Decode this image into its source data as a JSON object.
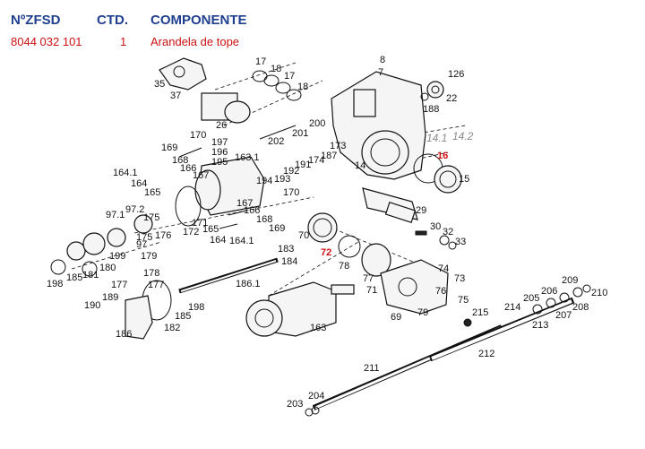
{
  "header": {
    "col_ref": "NºZFSD",
    "col_qty": "CTD.",
    "col_component": "COMPONENTE"
  },
  "selected_row": {
    "ref": "8044 032 101",
    "qty": "1",
    "component": "Arandela de tope"
  },
  "labels": {
    "l8": "8",
    "l7": "7",
    "l126": "126",
    "l22": "22",
    "l188": "188",
    "l35": "35",
    "l37": "37",
    "l26": "26",
    "l17a": "17",
    "l18a": "18",
    "l17b": "17",
    "l18b": "18",
    "l200": "200",
    "l201": "201",
    "l202": "202",
    "l173": "173",
    "l187": "187",
    "l174": "174",
    "l191": "191",
    "l192": "192",
    "l193": "193",
    "l194": "194",
    "l170a": "170",
    "l197": "197",
    "l196": "196",
    "l195": "195",
    "l169": "169",
    "l168a": "168",
    "l166a": "166",
    "l167a": "167",
    "l163_1": "163.1",
    "l164_1a": "164.1",
    "l164a": "164",
    "l165a": "165",
    "l14_1": "14.1",
    "l14_2": "14.2",
    "l14": "14",
    "l16": "16",
    "l15": "15",
    "l170b": "170",
    "l167b": "167",
    "l166b": "166",
    "l168b": "168",
    "l169b": "169",
    "l29": "29",
    "l30": "30",
    "l32": "32",
    "l33": "33",
    "l70": "70",
    "l72": "72",
    "l183": "183",
    "l184": "184",
    "l78": "78",
    "l77": "77",
    "l71": "71",
    "l74": "74",
    "l73": "73",
    "l76": "76",
    "l75": "75",
    "l79": "79",
    "l69": "69",
    "l97_1": "97.1",
    "l97_2": "97.2",
    "l175a": "175",
    "l176": "176",
    "l175b": "175",
    "l171": "171",
    "l172": "172",
    "l165b": "165",
    "l164b": "164",
    "l164_1b": "164.1",
    "l97": "97",
    "l199": "199",
    "l179": "179",
    "l178": "178",
    "l177a": "177",
    "l177b": "177",
    "l180": "180",
    "l181": "181",
    "l185a": "185",
    "l198a": "198",
    "l189": "189",
    "l190": "190",
    "l186": "186",
    "l182": "182",
    "l185b": "185",
    "l198b": "198",
    "l186_1": "186.1",
    "l163": "163",
    "l215": "215",
    "l214": "214",
    "l205": "205",
    "l206": "206",
    "l209": "209",
    "l210": "210",
    "l207": "207",
    "l208": "208",
    "l213": "213",
    "l212": "212",
    "l211": "211",
    "l204": "204",
    "l203": "203"
  }
}
